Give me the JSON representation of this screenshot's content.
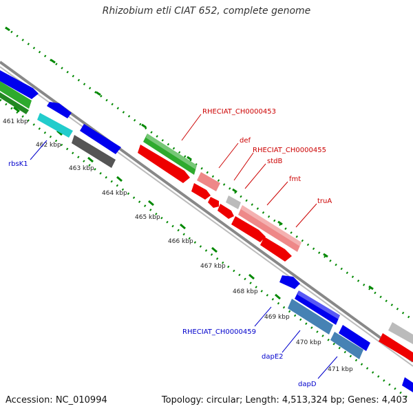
{
  "title": "Rhizobium etli CIAT 652, complete genome",
  "accession": "Accession: NC_010994",
  "summary": "Topology: circular; Length: 4,513,324 bp; Genes: 4,403",
  "kbp_labels": [
    "461 kbp",
    "462 kbp",
    "463 kbp",
    "464 kbp",
    "465 kbp",
    "466 kbp",
    "467 kbp",
    "468 kbp",
    "469 kbp",
    "470 kbp",
    "471 kbp"
  ],
  "gene_labels": {
    "rheciat_ch0000453": "RHECIAT_CH0000453",
    "def": "def",
    "rheciat_ch0000455": "RHECIAT_CH0000455",
    "stdb": "stdB",
    "fmt": "fmt",
    "trua": "truA",
    "rbsk1": "rbsK1",
    "rheciat_ch0000459": "RHECIAT_CH0000459",
    "dape2": "dapE2",
    "dapd": "dapD"
  },
  "colors": {
    "forward_label": "#cc0000",
    "reverse_label": "#0000cc",
    "tick": "#008800",
    "backbone": "#888888",
    "blue": "#0000ee",
    "green": "#2eaa2e",
    "red": "#ee0000",
    "pink": "#ee8888",
    "gray": "#bbbbbb",
    "dark_gray": "#555555",
    "cyan": "#22cccc",
    "steel_blue": "#4682b4"
  }
}
